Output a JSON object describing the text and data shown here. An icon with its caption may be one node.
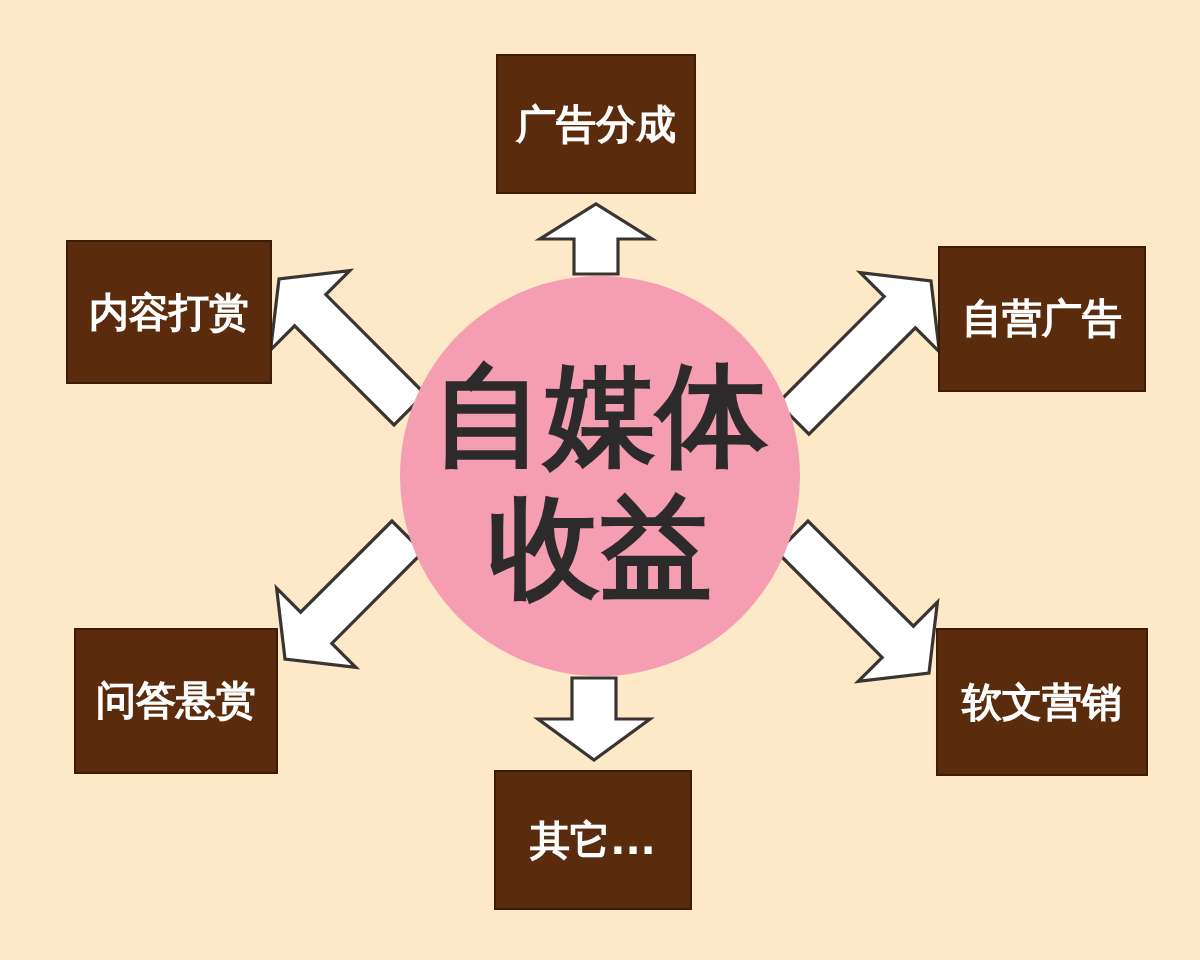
{
  "diagram": {
    "nodes": [
      {
        "text": [
          "自媒体收益"
        ]
      },
      {
        "text": [
          "广告分成"
        ]
      },
      {
        "text": [
          "内容打赏"
        ]
      },
      {
        "text": [
          "自营广告"
        ]
      },
      {
        "text": [
          "问答悬赏"
        ]
      },
      {
        "text": [
          "软文营销"
        ]
      },
      {
        "text": [
          "其它..."
        ]
      }
    ],
    "edges": [
      {
        "from": 0,
        "to": 1,
        "arrow": "to"
      },
      {
        "from": 0,
        "to": 2,
        "arrow": "to"
      },
      {
        "from": 0,
        "to": 3,
        "arrow": "to"
      },
      {
        "from": 0,
        "to": 4,
        "arrow": "to"
      },
      {
        "from": 0,
        "to": 5,
        "arrow": "to"
      },
      {
        "from": 0,
        "to": 6,
        "arrow": "to"
      }
    ]
  }
}
